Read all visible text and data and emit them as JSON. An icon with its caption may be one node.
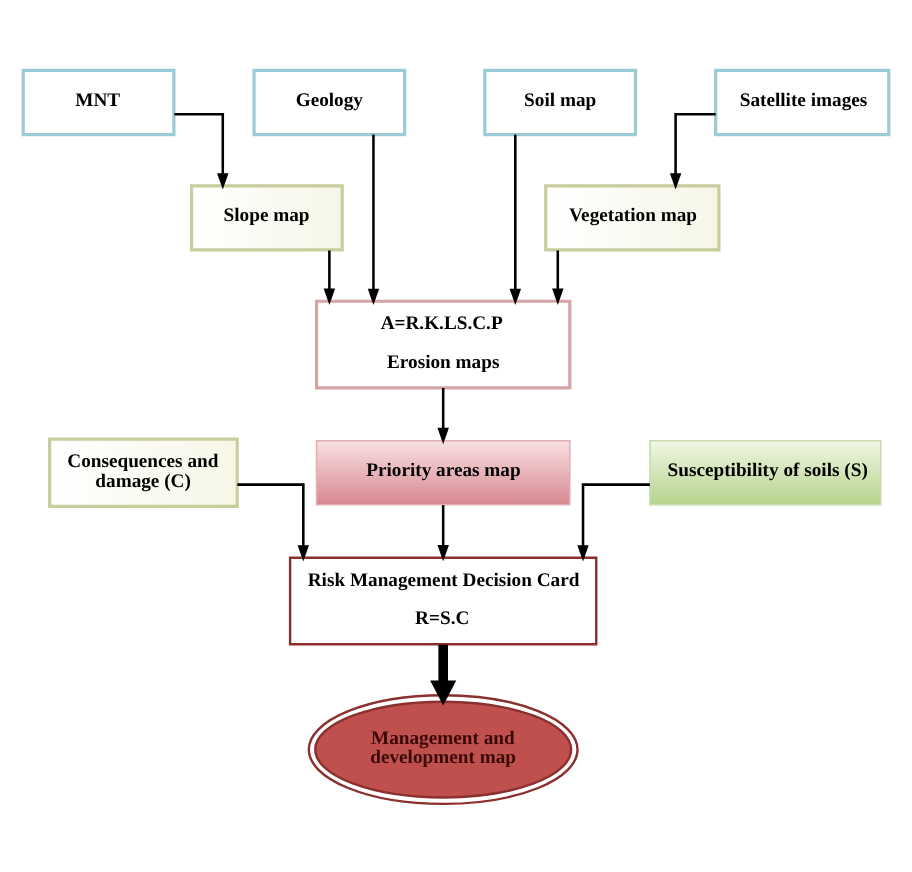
{
  "diagram": {
    "nodes": [
      {
        "text": [
          "MNT"
        ]
      },
      {
        "text": [
          "Geology"
        ]
      },
      {
        "text": [
          "Soil map"
        ]
      },
      {
        "text": [
          "Satellite images"
        ]
      },
      {
        "text": [
          "Slope map"
        ]
      },
      {
        "text": [
          "A=R.K.LS.C.P",
          "Erosion maps"
        ]
      },
      {
        "text": [
          "Vegetation map"
        ]
      },
      {
        "text": [
          "Priority areas map"
        ]
      },
      {
        "text": [
          "Consequences and damage (C)"
        ]
      },
      {
        "text": [
          "Susceptibility of soils (S)"
        ]
      },
      {
        "text": [
          "Risk Management Decision Card",
          "R=S.C"
        ]
      },
      {
        "text": [
          "Management and development map"
        ]
      }
    ],
    "edges": [
      {
        "from": 0,
        "to": 4,
        "arrow": "to"
      },
      {
        "from": 1,
        "to": 5,
        "arrow": "to"
      },
      {
        "from": 2,
        "to": 5,
        "arrow": "to"
      },
      {
        "from": 3,
        "to": 6,
        "arrow": "to"
      },
      {
        "from": 4,
        "to": 5,
        "arrow": "to"
      },
      {
        "from": 6,
        "to": 5,
        "arrow": "to"
      },
      {
        "from": 5,
        "to": 7,
        "arrow": "to"
      },
      {
        "from": 7,
        "to": 10,
        "arrow": "to"
      },
      {
        "from": 8,
        "to": 10,
        "arrow": "to"
      },
      {
        "from": 9,
        "to": 10,
        "arrow": "to"
      },
      {
        "from": 10,
        "to": 11,
        "arrow": "to",
        "style": "thick"
      }
    ]
  }
}
